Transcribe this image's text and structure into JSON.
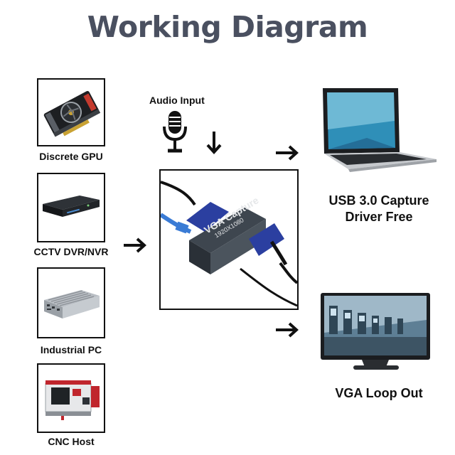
{
  "title": "Working Diagram",
  "sources": [
    {
      "label": "Discrete GPU",
      "icon": "graphics-card-icon"
    },
    {
      "label": "CCTV DVR/NVR",
      "icon": "dvr-recorder-icon"
    },
    {
      "label": "Industrial PC",
      "icon": "industrial-pc-icon"
    },
    {
      "label": "CNC Host",
      "icon": "cnc-machine-icon"
    }
  ],
  "audio": {
    "label": "Audio Input",
    "icon": "microphone-icon"
  },
  "device": {
    "line1": "VGA Capture",
    "line2": "1920X1080",
    "icon": "vga-capture-device-icon"
  },
  "outputs": {
    "laptop": {
      "line1": "USB 3.0 Capture",
      "line2": "Driver Free",
      "icon": "laptop-icon"
    },
    "monitor": {
      "line1": "VGA Loop Out",
      "icon": "monitor-icon"
    }
  },
  "colors": {
    "title": "#4a5060",
    "device_body": "#3e464f",
    "vga_connector": "#2b3fa0",
    "usb_cable": "#3a7bd5"
  }
}
